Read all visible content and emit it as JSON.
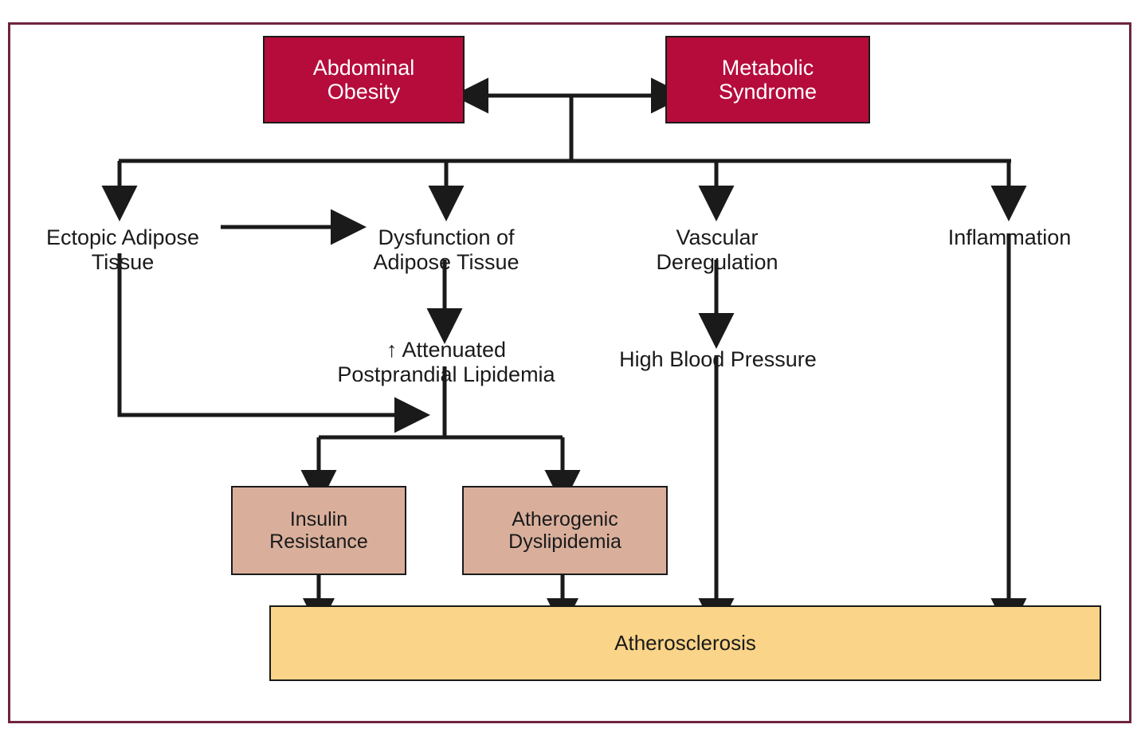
{
  "figure": {
    "frame_color": "#6E2440",
    "background": "#ffffff",
    "line_color": "#1a1a1a"
  },
  "palette": {
    "primary_box": "#B50C3C",
    "primary_box_text": "#ffffff",
    "secondary_box": "#D9AF9C",
    "outcome_box": "#FAD488",
    "text": "#1a1a1a"
  },
  "nodes": {
    "abdominal_obesity": {
      "label": "Abdominal\nObesity",
      "style": "red-box"
    },
    "metabolic_syndrome": {
      "label": "Metabolic\nSyndrome",
      "style": "red-box"
    },
    "ectopic_adipose_tissue": {
      "label": "Ectopic Adipose\nTissue",
      "style": "plain-text"
    },
    "dysfunction_adipose_tissue": {
      "label": "Dysfunction of\nAdipose Tissue",
      "style": "plain-text"
    },
    "vascular_deregulation": {
      "label": "Vascular\nDeregulation",
      "style": "plain-text"
    },
    "inflammation": {
      "label": "Inflammation",
      "style": "plain-text"
    },
    "attenuated_postprandial_lipidemia": {
      "label": "↑ Attenuated\nPostprandial Lipidemia",
      "style": "plain-text"
    },
    "high_blood_pressure": {
      "label": "High Blood Pressure",
      "style": "plain-text"
    },
    "insulin_resistance": {
      "label": "Insulin\nResistance",
      "style": "tan-box"
    },
    "atherogenic_dyslipidemia": {
      "label": "Atherogenic\nDyslipidemia",
      "style": "tan-box"
    },
    "atherosclerosis": {
      "label": "Atherosclerosis",
      "style": "yellow-box"
    }
  },
  "edges": [
    {
      "from": "abdominal_obesity",
      "to": "metabolic_syndrome",
      "type": "double-arrow"
    },
    {
      "from": "obesity_syndrome_link",
      "to": "distribution_bar",
      "type": "line"
    },
    {
      "from": "distribution_bar",
      "to": "ectopic_adipose_tissue",
      "type": "arrow"
    },
    {
      "from": "distribution_bar",
      "to": "dysfunction_adipose_tissue",
      "type": "arrow"
    },
    {
      "from": "distribution_bar",
      "to": "vascular_deregulation",
      "type": "arrow"
    },
    {
      "from": "distribution_bar",
      "to": "inflammation",
      "type": "arrow"
    },
    {
      "from": "ectopic_adipose_tissue",
      "to": "dysfunction_adipose_tissue",
      "type": "arrow"
    },
    {
      "from": "ectopic_adipose_tissue",
      "to": "split_junction",
      "type": "elbow-arrow"
    },
    {
      "from": "dysfunction_adipose_tissue",
      "to": "attenuated_postprandial_lipidemia",
      "type": "arrow"
    },
    {
      "from": "attenuated_postprandial_lipidemia",
      "to": "split_bar",
      "type": "line"
    },
    {
      "from": "split_bar",
      "to": "insulin_resistance",
      "type": "arrow"
    },
    {
      "from": "split_bar",
      "to": "atherogenic_dyslipidemia",
      "type": "arrow"
    },
    {
      "from": "vascular_deregulation",
      "to": "high_blood_pressure",
      "type": "arrow"
    },
    {
      "from": "high_blood_pressure",
      "to": "atherosclerosis",
      "type": "arrow"
    },
    {
      "from": "inflammation",
      "to": "atherosclerosis",
      "type": "arrow"
    },
    {
      "from": "insulin_resistance",
      "to": "atherosclerosis",
      "type": "arrow"
    },
    {
      "from": "atherogenic_dyslipidemia",
      "to": "atherosclerosis",
      "type": "arrow"
    }
  ]
}
